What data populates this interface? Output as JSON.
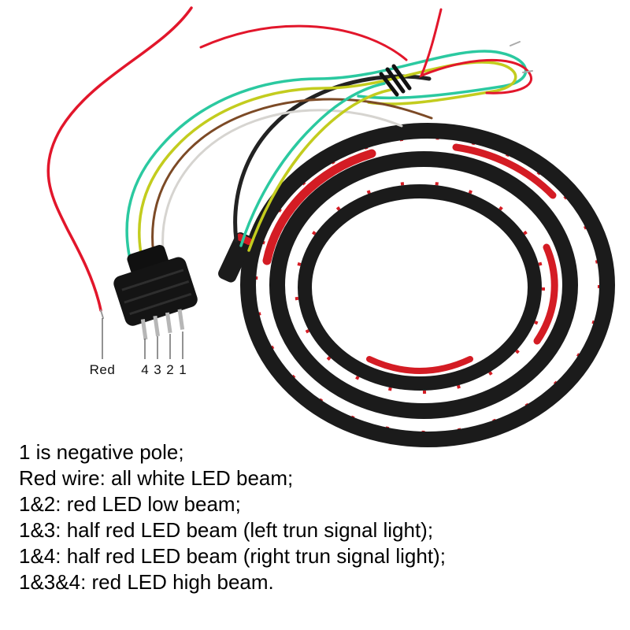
{
  "labels": {
    "red": "Red",
    "pins": [
      "4",
      "3",
      "2",
      "1"
    ]
  },
  "notes": {
    "lines": [
      "1 is negative pole;",
      "Red wire: all white LED beam;",
      "1&2: red LED low beam;",
      "1&3: half red LED beam (left trun signal light);",
      "1&4: half red LED beam (right trun signal light);",
      "1&3&4: red LED high beam."
    ]
  },
  "colors": {
    "strip_black": "#1b1b1b",
    "strip_red": "#d41c24",
    "wire_red": "#e2162b",
    "wire_green": "#2bc9a0",
    "wire_yellow": "#c3cc1e",
    "wire_brown": "#7c4a26",
    "wire_white": "#d6d4d0",
    "harness_black": "#222222",
    "connector_black": "#141414",
    "pin_metal": "#b6b6b6"
  }
}
